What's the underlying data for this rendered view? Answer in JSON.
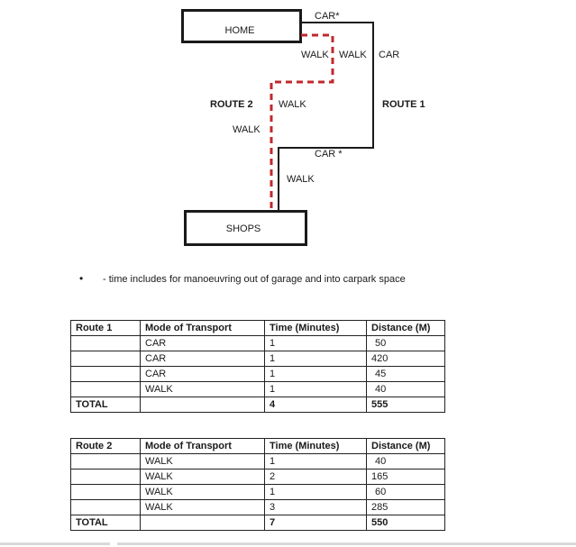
{
  "diagram": {
    "home_label": "HOME",
    "shops_label": "SHOPS",
    "route1_label": "ROUTE 1",
    "route2_label": "ROUTE 2",
    "car_top": "CAR*",
    "car_bottom": "CAR *",
    "car_right": "CAR",
    "walk_a": "WALK",
    "walk_b": "WALK",
    "walk_c": "WALK",
    "walk_d": "WALK",
    "walk_e": "WALK",
    "route1_color": "#1a1a1a",
    "route2_color": "#c0282d"
  },
  "note": {
    "bullet": "•",
    "text": "- time includes for manoeuvring out of garage and  into carpark space"
  },
  "table1": {
    "headers": [
      "Route 1",
      "Mode of Transport",
      "Time (Minutes)",
      "Distance (M)"
    ],
    "rows": [
      [
        "",
        "CAR",
        "1",
        "50"
      ],
      [
        "",
        "CAR",
        "1",
        "420"
      ],
      [
        "",
        "CAR",
        "1",
        "45"
      ],
      [
        "",
        "WALK",
        "1",
        "40"
      ]
    ],
    "total": [
      "TOTAL",
      "",
      "4",
      "555"
    ]
  },
  "table2": {
    "headers": [
      "Route 2",
      "Mode of Transport",
      "Time (Minutes)",
      "Distance (M)"
    ],
    "rows": [
      [
        "",
        "WALK",
        "1",
        "40"
      ],
      [
        "",
        "WALK",
        "2",
        "165"
      ],
      [
        "",
        "WALK",
        "1",
        "60"
      ],
      [
        "",
        "WALK",
        "3",
        "285"
      ]
    ],
    "total": [
      "TOTAL",
      "",
      "7",
      "550"
    ]
  }
}
